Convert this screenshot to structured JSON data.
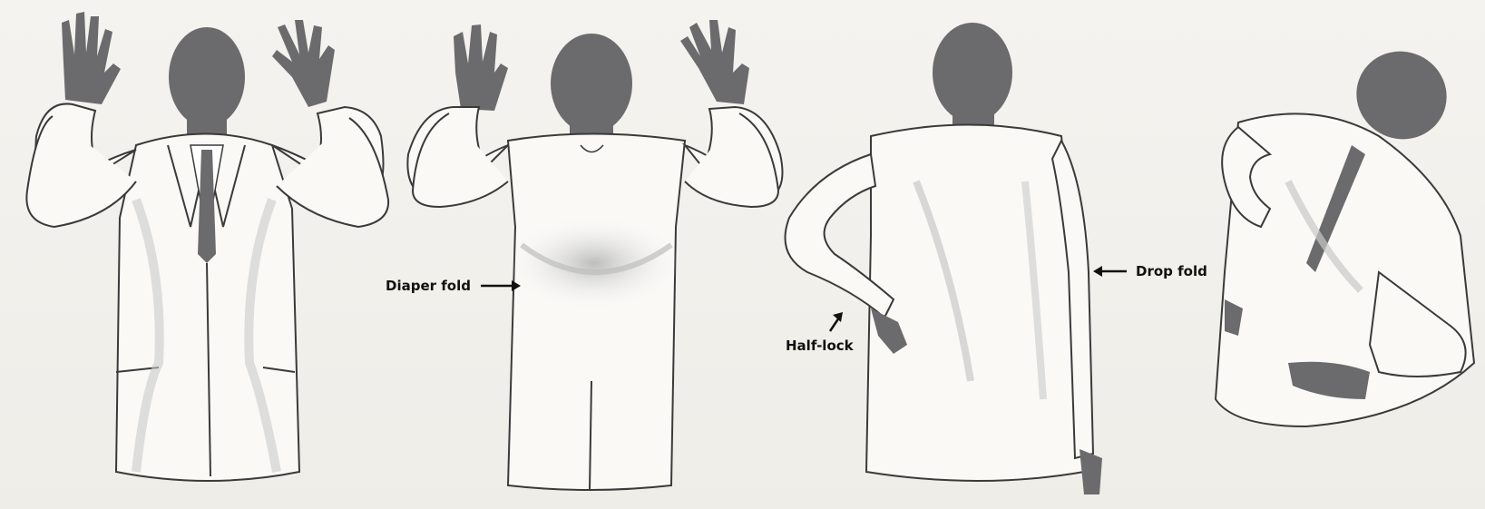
{
  "labels": {
    "diaper_fold": "Diaper fold",
    "half_lock": "Half-lock",
    "drop_fold": "Drop fold"
  },
  "colors": {
    "paper": "#f2f0ec",
    "jacket": "#faf9f6",
    "line": "#3a3a3a",
    "shadow": "#c9c9c9",
    "skin": "#6b6b6d"
  }
}
